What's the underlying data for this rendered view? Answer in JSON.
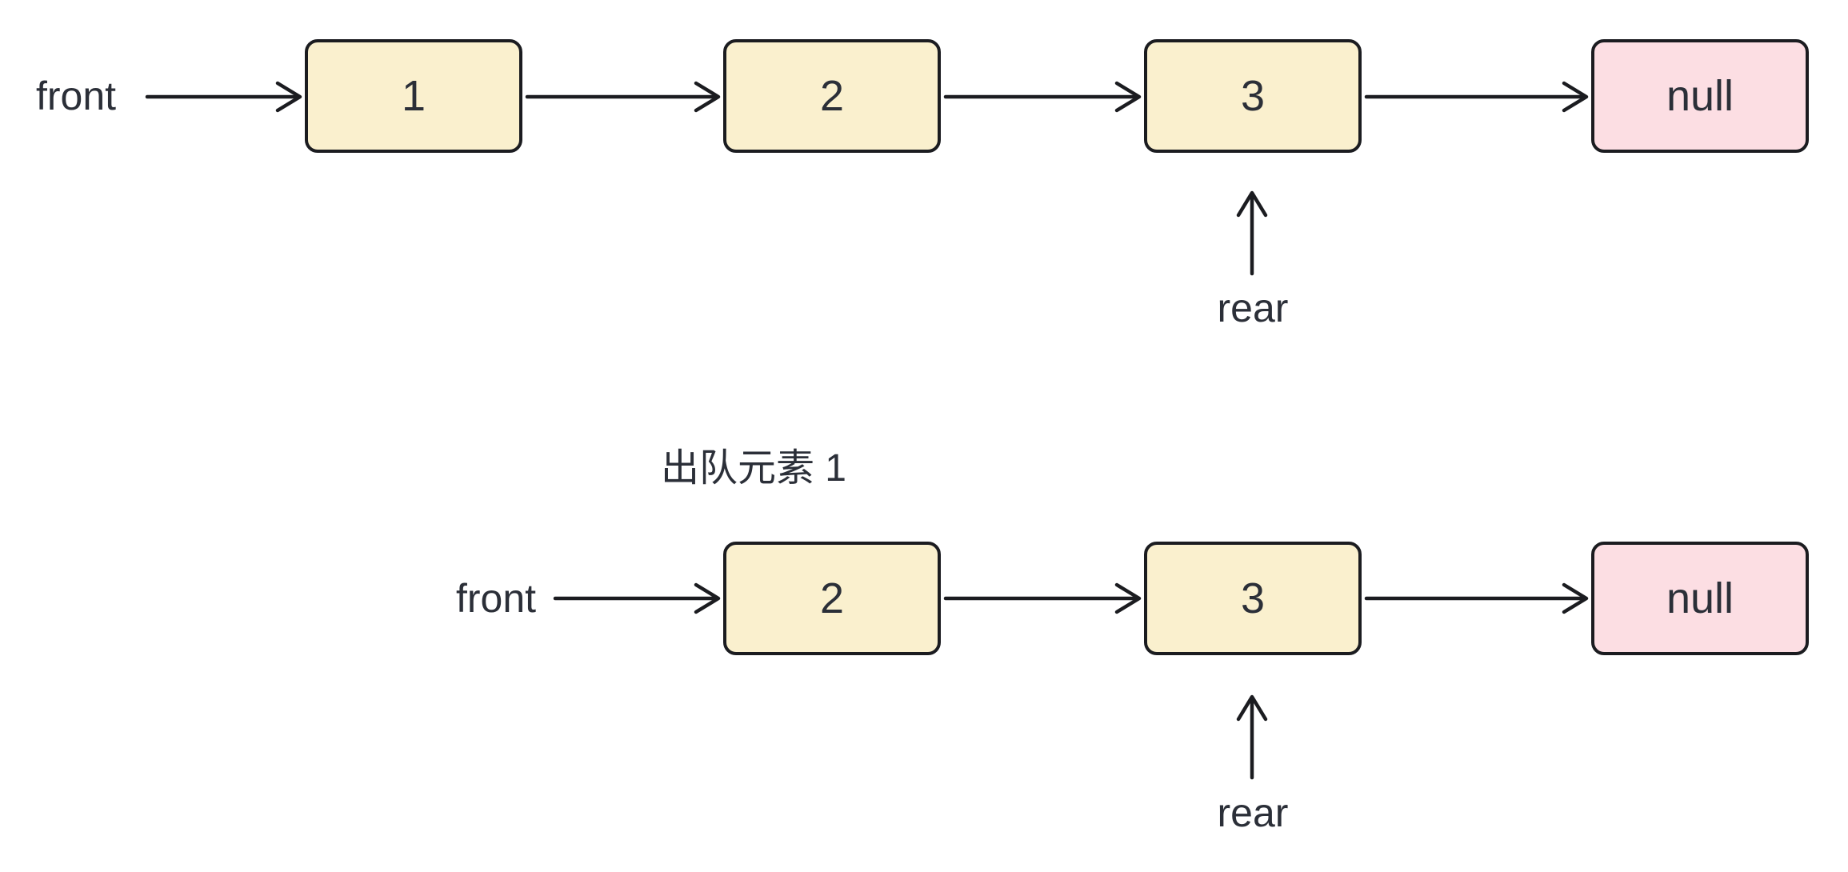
{
  "diagram": {
    "type": "linked-list-queue",
    "colors": {
      "node_fill": "#FAF0CE",
      "null_fill": "#FCDEE3",
      "stroke": "#1B1C20",
      "text": "#2B2F38",
      "background": "#FFFFFF"
    },
    "note_between_states": "出队元素 1",
    "state1": {
      "front_label": "front",
      "rear_label": "rear",
      "nodes": [
        "1",
        "2",
        "3"
      ],
      "null_label": "null"
    },
    "state2": {
      "front_label": "front",
      "rear_label": "rear",
      "nodes": [
        "2",
        "3"
      ],
      "null_label": "null"
    }
  }
}
